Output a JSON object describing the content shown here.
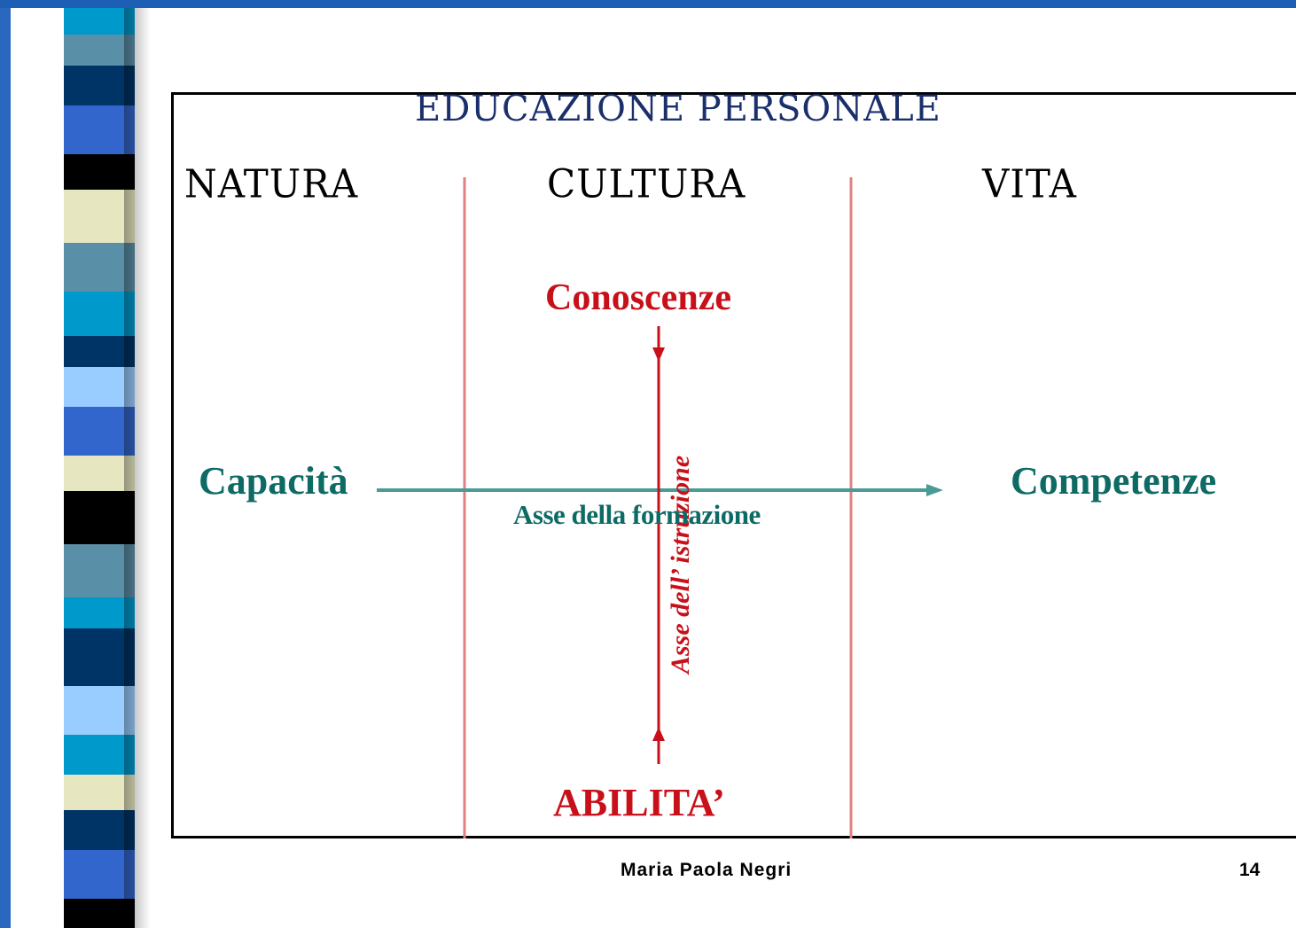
{
  "slide": {
    "title": "EDUCAZIONE  PERSONALE",
    "columns": [
      "NATURA",
      "CULTURA",
      "VITA"
    ],
    "vertical_axis": {
      "top_label": "Conoscenze",
      "bottom_label": "ABILITA’",
      "axis_label": "Asse dell’ istruzione",
      "color": "#c8101a"
    },
    "horizontal_axis": {
      "left_label": "Capacità",
      "right_label": "Competenze",
      "axis_label": "Asse della formazione",
      "color": "#0e6a64"
    },
    "divider_color": "#e08080"
  },
  "footer": {
    "author": "Maria Paola Negri",
    "page_number": "14"
  },
  "theme": {
    "stripe_colors": [
      "#0099cc",
      "#5a8fa8",
      "#003366",
      "#3366cc",
      "#000000",
      "#e6e6c0",
      "#5a8fa8",
      "#0099cc",
      "#003366",
      "#99ccff",
      "#3366cc",
      "#e6e6c0",
      "#000000",
      "#5a8fa8",
      "#0099cc",
      "#003366",
      "#99ccff",
      "#0099cc",
      "#e6e6c0",
      "#003366",
      "#3366cc",
      "#000000"
    ]
  }
}
